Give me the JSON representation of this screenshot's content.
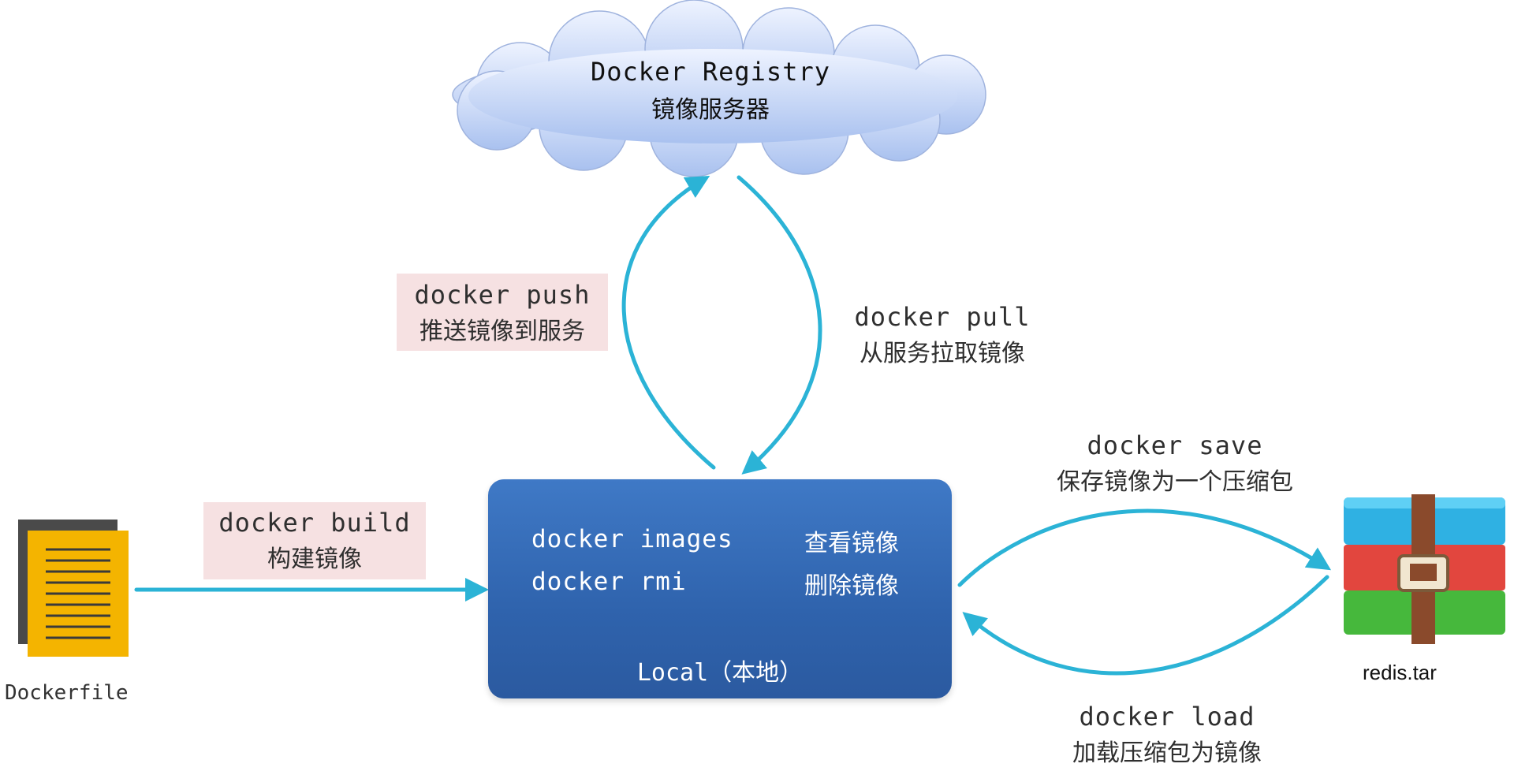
{
  "registry": {
    "title": "Docker Registry",
    "subtitle": "镜像服务器"
  },
  "push": {
    "cmd": "docker push",
    "desc": "推送镜像到服务"
  },
  "pull": {
    "cmd": "docker pull",
    "desc": "从服务拉取镜像"
  },
  "build": {
    "cmd": "docker build",
    "desc": "构建镜像"
  },
  "save": {
    "cmd": "docker save",
    "desc": "保存镜像为一个压缩包"
  },
  "load": {
    "cmd": "docker load",
    "desc": "加载压缩包为镜像"
  },
  "local": {
    "rows": [
      {
        "cmd": "docker images",
        "desc": "查看镜像"
      },
      {
        "cmd": "docker rmi",
        "desc": "删除镜像"
      }
    ],
    "title": "Local（本地）"
  },
  "dockerfile": {
    "caption": "Dockerfile"
  },
  "archive": {
    "caption": "redis.tar"
  },
  "colors": {
    "arrow": "#2bb3d6",
    "local_box": "#3a70bb",
    "label_bg": "#f6e1e2",
    "cloud": "#c6d6f5"
  }
}
